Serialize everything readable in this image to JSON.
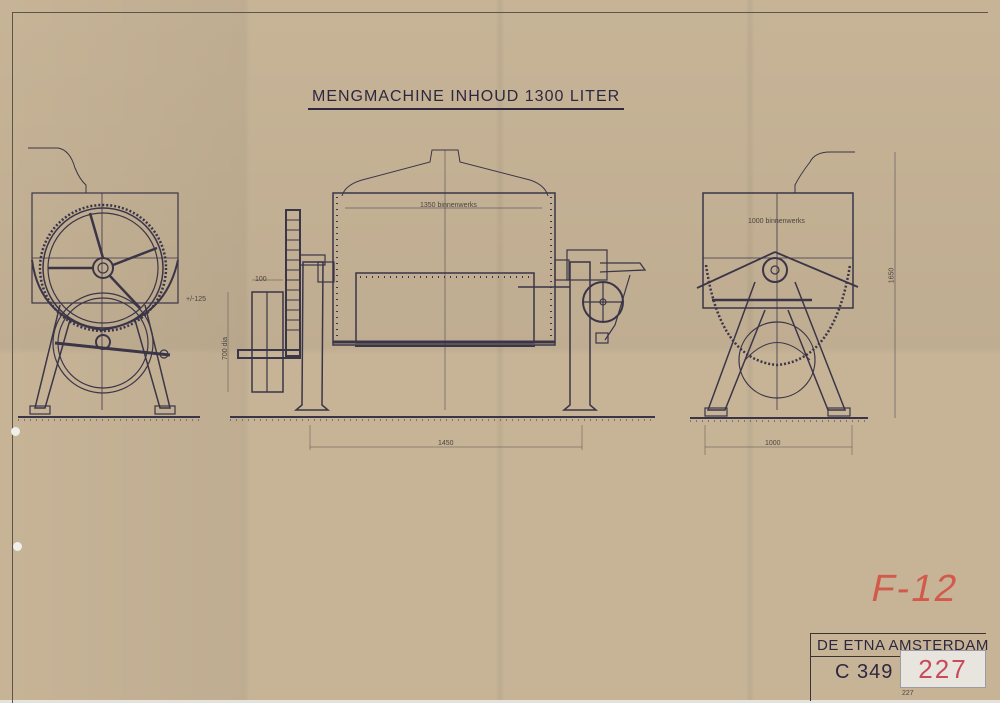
{
  "drawing": {
    "title": "MENGMACHINE INHOUD 1300 LITER",
    "views": [
      {
        "name": "side-view-gear",
        "dimension": "+/-125"
      },
      {
        "name": "front-view",
        "dimensions": {
          "drum_inner_width": "1350 binnenwerks",
          "overall_length": "1450",
          "pulley_width": "100",
          "pulley_diameter": "700 dia"
        }
      },
      {
        "name": "end-view",
        "dimensions": {
          "drum_inner_width": "1000 binnenwerks",
          "base_width": "1000",
          "overall_height": "1650"
        }
      }
    ]
  },
  "annotations": {
    "red_mark": "F-12",
    "red_mark_color": "#d25a4a"
  },
  "title_block": {
    "firm": "DE ETNA AMSTERDAM",
    "drawing_number": "C 349",
    "archive_label": "227",
    "archive_label_color": "#c84a5c",
    "sub_text": "227"
  },
  "colors": {
    "paper": "#c7b497",
    "ink": "#2d2840"
  }
}
